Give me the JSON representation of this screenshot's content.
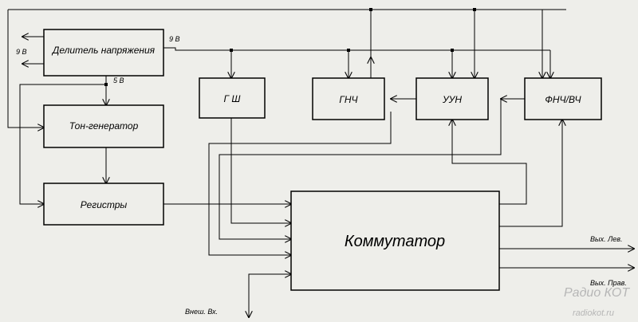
{
  "blocks": {
    "divider": "Делитель напряжения",
    "tone_generator": "Тон-генератор",
    "registers": "Регистры",
    "noise_gen": "Г Ш",
    "lf_gen": "ГНЧ",
    "volume_amp": "УУН",
    "filter": "ФНЧ/ВЧ",
    "switch": "Коммутатор"
  },
  "labels": {
    "v9_left": "9 В",
    "v9_right": "9 В",
    "v5": "5 В",
    "out_left": "Вых. Лев.",
    "out_right": "Вых. Прав.",
    "ext_in": "Внеш. Вх."
  },
  "watermark": {
    "name": "Радио КОТ",
    "url": "radiokot.ru"
  }
}
